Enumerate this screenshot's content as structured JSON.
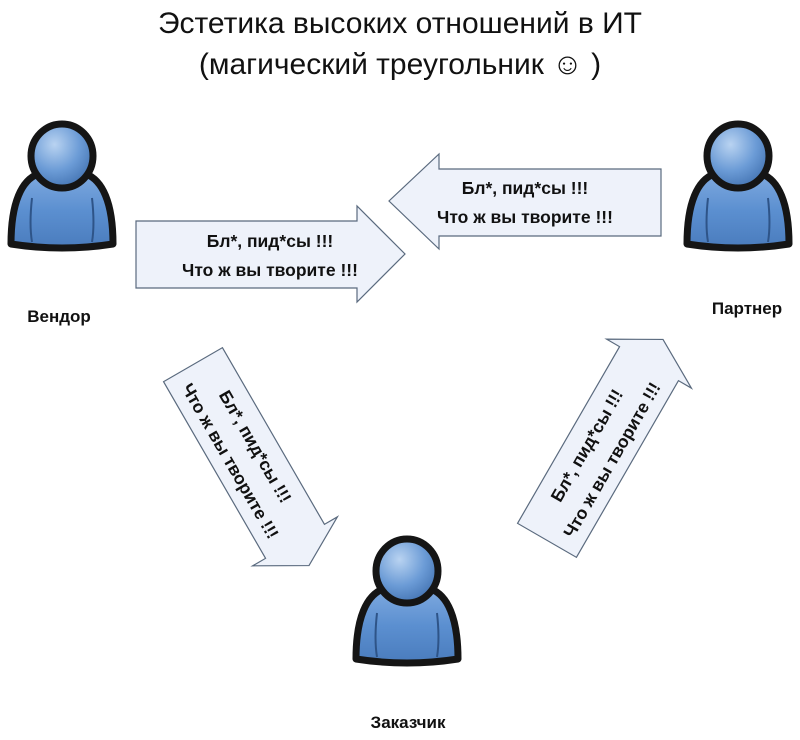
{
  "title": {
    "line1": "Эстетика высоких отношений в ИТ",
    "line2": "(магический треугольник ☺ )"
  },
  "people": {
    "vendor": {
      "label": "Вендор",
      "icon": "person-icon"
    },
    "partner": {
      "label": "Партнер",
      "icon": "person-icon"
    },
    "customer": {
      "label": "Заказчик",
      "icon": "person-icon"
    }
  },
  "arrows": {
    "vendor_to_partner": {
      "line1": "Бл*, пид*сы !!!",
      "line2": "Что ж вы творите !!!"
    },
    "partner_to_vendor": {
      "line1": "Бл*, пид*сы !!!",
      "line2": "Что ж вы творите !!!"
    },
    "customer_to_vendor": {
      "line1": "Бл*, пид*сы !!!",
      "line2": "Что ж вы творите !!!"
    },
    "customer_to_partner": {
      "line1": "Бл*, пид*сы !!!",
      "line2": "Что ж вы творите !!!"
    }
  },
  "colors": {
    "person_fill": "#5b8fd0",
    "person_outline": "#151515",
    "arrow_fill": "#eef2fa",
    "arrow_stroke": "#5a6a7e"
  }
}
